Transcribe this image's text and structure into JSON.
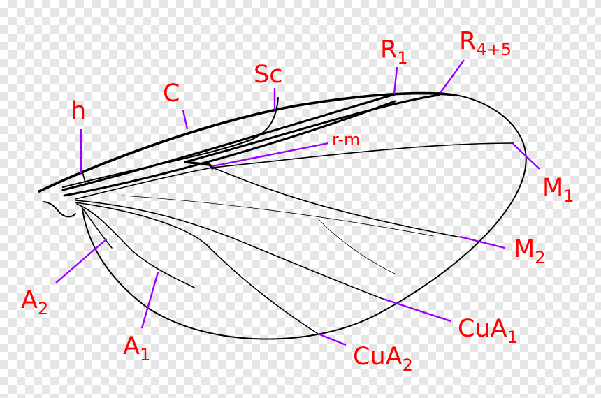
{
  "colors": {
    "label": "#ff0000",
    "leader": "#9a00ff",
    "vein": "#000000",
    "background_checker": "#e6e6e6"
  },
  "labels": {
    "h": {
      "main": "h",
      "sub": "",
      "leader_icon": "leader-line"
    },
    "c": {
      "main": "C",
      "sub": "",
      "leader_icon": "leader-line"
    },
    "sc": {
      "main": "Sc",
      "sub": "",
      "leader_icon": "leader-line"
    },
    "r1": {
      "main": "R",
      "sub": "1",
      "leader_icon": "leader-line"
    },
    "r45": {
      "main": "R",
      "sub": "4+5",
      "leader_icon": "leader-line"
    },
    "rm": {
      "main": "r-m",
      "sub": "",
      "leader_icon": "leader-line"
    },
    "m1": {
      "main": "M",
      "sub": "1",
      "leader_icon": "leader-line"
    },
    "m2": {
      "main": "M",
      "sub": "2",
      "leader_icon": "leader-line"
    },
    "cua1": {
      "main": "CuA",
      "sub": "1",
      "leader_icon": "leader-line"
    },
    "cua2": {
      "main": "CuA",
      "sub": "2",
      "leader_icon": "leader-line"
    },
    "a1": {
      "main": "A",
      "sub": "1",
      "leader_icon": "leader-line"
    },
    "a2": {
      "main": "A",
      "sub": "2",
      "leader_icon": "leader-line"
    }
  }
}
